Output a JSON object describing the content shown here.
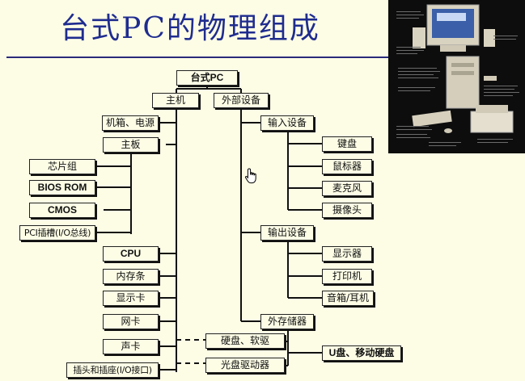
{
  "title": "台式PC的物理组成",
  "nodes": {
    "root": "台式PC",
    "host": "主机",
    "peripheral": "外部设备",
    "chassis": "机箱、电源",
    "motherboard": "主板",
    "chipset": "芯片组",
    "bios": "BIOS ROM",
    "cmos": "CMOS",
    "pci": "PCI插槽(I/O总线)",
    "cpu": "CPU",
    "memory": "内存条",
    "graphics": "显示卡",
    "nic": "网卡",
    "sound": "声卡",
    "io_ports": "插头和插座(I/O接口)",
    "input": "输入设备",
    "keyboard": "键盘",
    "mouse": "鼠标器",
    "microphone": "麦克风",
    "camera": "摄像头",
    "output": "输出设备",
    "monitor": "显示器",
    "printer": "打印机",
    "speaker": "音箱/耳机",
    "storage": "外存储器",
    "hdd_fdd": "硬盘、软驱",
    "optical": "光盘驱动器",
    "usb": "U盘、移动硬盘"
  },
  "icons": {
    "cursor": "hand-pointer-icon",
    "photo": "desktop-pc-components-photo"
  }
}
